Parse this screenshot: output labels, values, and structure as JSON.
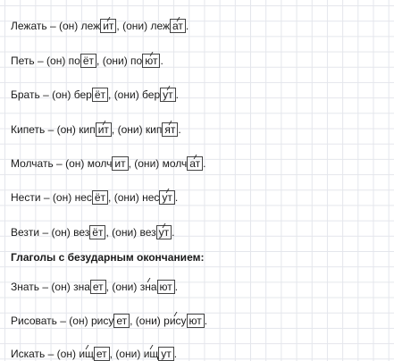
{
  "heading": "Глаголы с безударным окончанием:",
  "lines": [
    {
      "verb": "Лежать",
      "dash": "–",
      "on": "(он)",
      "stem1": "леж",
      "end1": "ит",
      "comma": ",",
      "oni": "(они)",
      "stem2": "леж",
      "end2": "ат",
      "dot": "."
    },
    {
      "verb": "Петь",
      "dash": "–",
      "on": "(он)",
      "stem1": "по",
      "end1": "ёт",
      "comma": ",",
      "oni": "(они)",
      "stem2": "по",
      "end2": "ют",
      "dot": "."
    },
    {
      "verb": "Брать",
      "dash": "–",
      "on": "(он)",
      "stem1": "бер",
      "end1": "ёт",
      "comma": ",",
      "oni": "(они)",
      "stem2": "бер",
      "end2": "ут",
      "dot": "."
    },
    {
      "verb": "Кипеть",
      "dash": "–",
      "on": "(он)",
      "stem1": "кип",
      "end1": "ит",
      "comma": ",",
      "oni": "(они)",
      "stem2": "кип",
      "end2": "ят",
      "dot": "."
    },
    {
      "verb": "Молчать",
      "dash": "–",
      "on": "(он)",
      "stem1": "молч",
      "end1": "ит",
      "comma": ",",
      "oni": "(они)",
      "stem2": "молч",
      "end2": "ат",
      "dot": "."
    },
    {
      "verb": "Нести",
      "dash": "–",
      "on": "(он)",
      "stem1": "нес",
      "end1": "ёт",
      "comma": ",",
      "oni": "(они)",
      "stem2": "нес",
      "end2": "ут",
      "dot": "."
    },
    {
      "verb": "Везти",
      "dash": "–",
      "on": "(он)",
      "stem1": "вез",
      "end1": "ёт",
      "comma": ",",
      "oni": "(они)",
      "stem2": "вез",
      "end2": "ут",
      "dot": "."
    },
    {
      "verb": "Знать",
      "dash": "–",
      "on": "(он)",
      "stem1": "зна",
      "end1": "ет",
      "comma": ",",
      "oni": "(они)",
      "stem2": "зна",
      "end2": "ют",
      "dot": "."
    },
    {
      "verb": "Рисовать",
      "dash": "–",
      "on": "(он)",
      "stem1": "рису",
      "end1": "ет",
      "comma": ",",
      "oni": "(они)",
      "stem2": "рису",
      "end2": "ют",
      "dot": "."
    },
    {
      "verb": "Искать",
      "dash": "–",
      "on": "(он)",
      "stem1": "ищ",
      "end1": "ет",
      "comma": ",",
      "oni": "(они)",
      "stem2": "ищ",
      "end2": "ут",
      "dot": "."
    }
  ]
}
